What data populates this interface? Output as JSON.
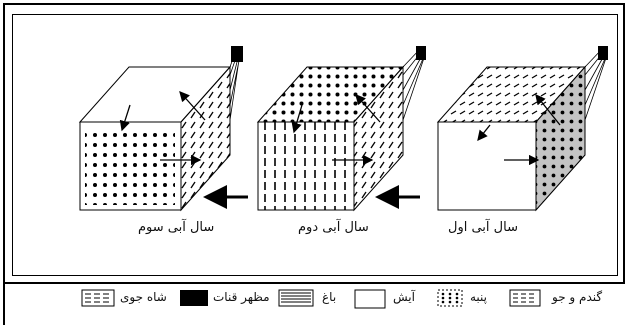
{
  "diagram": {
    "cubes": [
      {
        "caption": "سال آبی اول",
        "top_pattern": "dashes",
        "side_pattern": "dots",
        "front_pattern": "blank"
      },
      {
        "caption": "سال آبی دوم",
        "top_pattern": "dots",
        "side_pattern": "dashes",
        "front_pattern": "vertical-lines"
      },
      {
        "caption": "سال آبی سوم",
        "top_pattern": "blank",
        "side_pattern": "dashes",
        "front_pattern": "dots"
      }
    ]
  },
  "legend": {
    "items": [
      {
        "label": "گندم و جو",
        "icon": "dashed-rows-swatch"
      },
      {
        "label": "پنبه",
        "icon": "dotted-swatch"
      },
      {
        "label": "آیش",
        "icon": "blank-swatch"
      },
      {
        "label": "باغ",
        "icon": "horizontal-lines-swatch"
      },
      {
        "label": "مظهر قنات",
        "icon": "black-swatch"
      },
      {
        "label": "شاه جوی",
        "icon": "dashed-rows-swatch"
      }
    ]
  },
  "colors": {
    "line": "#000000",
    "shade": "#bdbdbd",
    "background": "#ffffff"
  }
}
